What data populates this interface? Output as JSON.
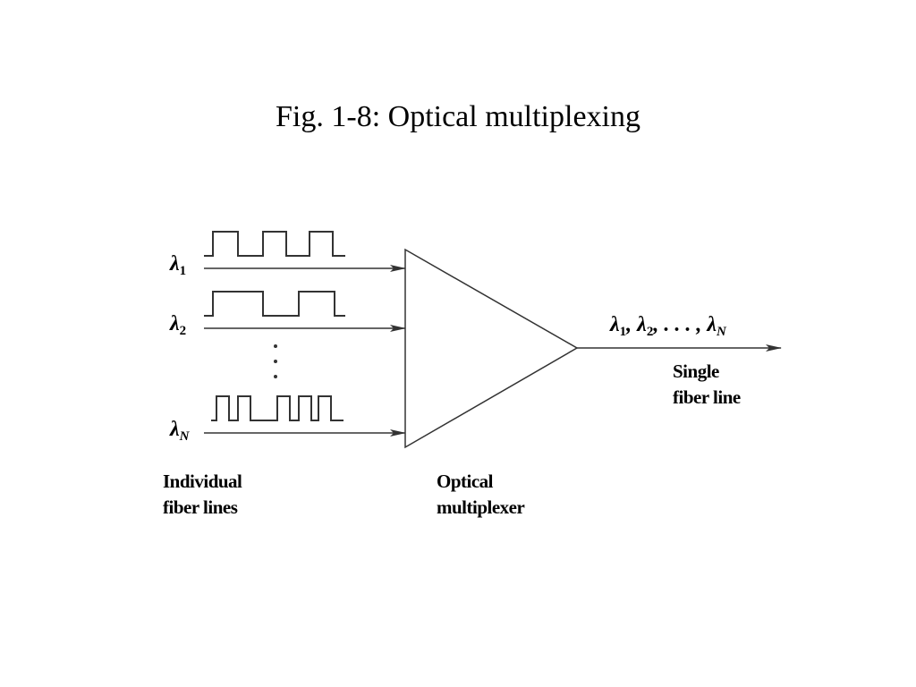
{
  "title": "Fig. 1-8: Optical multiplexing",
  "inputs": [
    {
      "symbol": "λ",
      "subscript": "1"
    },
    {
      "symbol": "λ",
      "subscript": "2"
    },
    {
      "symbol": "λ",
      "subscript": "N"
    }
  ],
  "output": {
    "label_parts": [
      "λ",
      "1",
      ", λ",
      "2",
      ", . . . , λ",
      "N"
    ],
    "caption_line1": "Single",
    "caption_line2": "fiber line"
  },
  "input_caption": {
    "line1": "Individual",
    "line2": "fiber lines"
  },
  "multiplexer_caption": {
    "line1": "Optical",
    "line2": "multiplexer"
  },
  "colors": {
    "stroke": "#333333",
    "text": "#000000",
    "background": "#ffffff"
  }
}
